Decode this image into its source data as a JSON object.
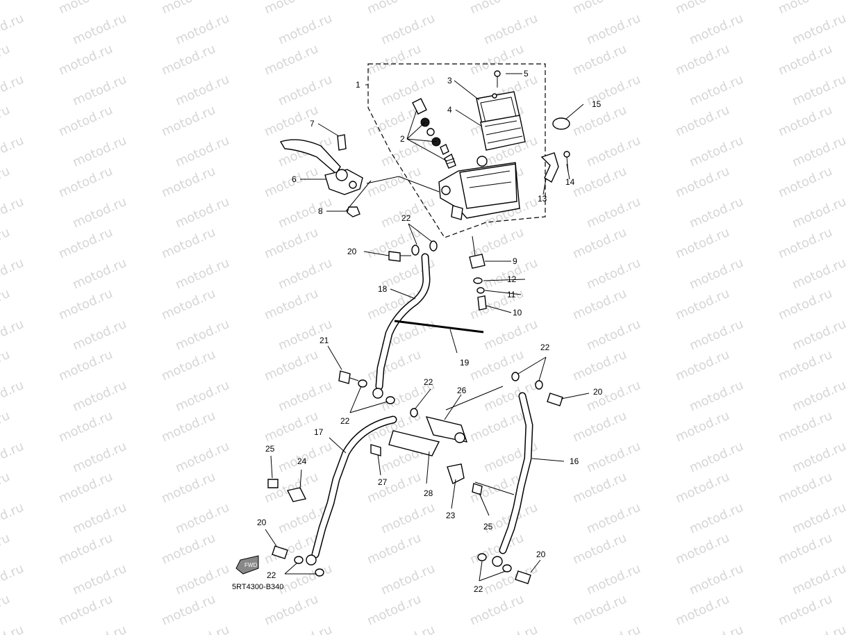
{
  "watermark": "motod.ru",
  "part_code": "5RT4300-B340",
  "fwd_badge": "FWD",
  "callouts": [
    "1",
    "2",
    "3",
    "4",
    "5",
    "6",
    "7",
    "8",
    "9",
    "10",
    "11",
    "12",
    "13",
    "14",
    "15",
    "16",
    "17",
    "18",
    "19",
    "20",
    "21",
    "22",
    "23",
    "24",
    "25",
    "26",
    "27",
    "28"
  ]
}
